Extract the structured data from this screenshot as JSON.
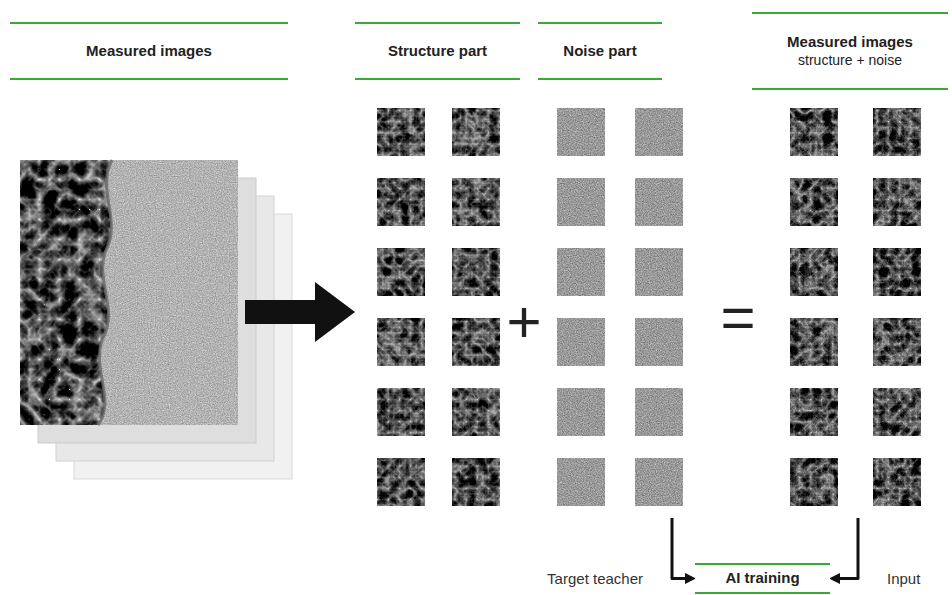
{
  "diagram": {
    "nodes": [
      {
        "text": [
          "Measured images"
        ]
      },
      {
        "text": [
          "Structure part"
        ]
      },
      {
        "text": [
          "Noise part"
        ]
      },
      {
        "text": [
          "Measured images",
          "structure + noise"
        ]
      },
      {
        "text": [
          "AI training"
        ]
      }
    ],
    "edges": [
      {
        "from": 0,
        "to": 1,
        "arrow": "to"
      },
      {
        "from": 2,
        "to": 4,
        "arrow": "to",
        "label": "Target teacher"
      },
      {
        "from": 3,
        "to": 4,
        "arrow": "to",
        "label": "Input"
      }
    ],
    "labels": [
      "+",
      "="
    ]
  }
}
